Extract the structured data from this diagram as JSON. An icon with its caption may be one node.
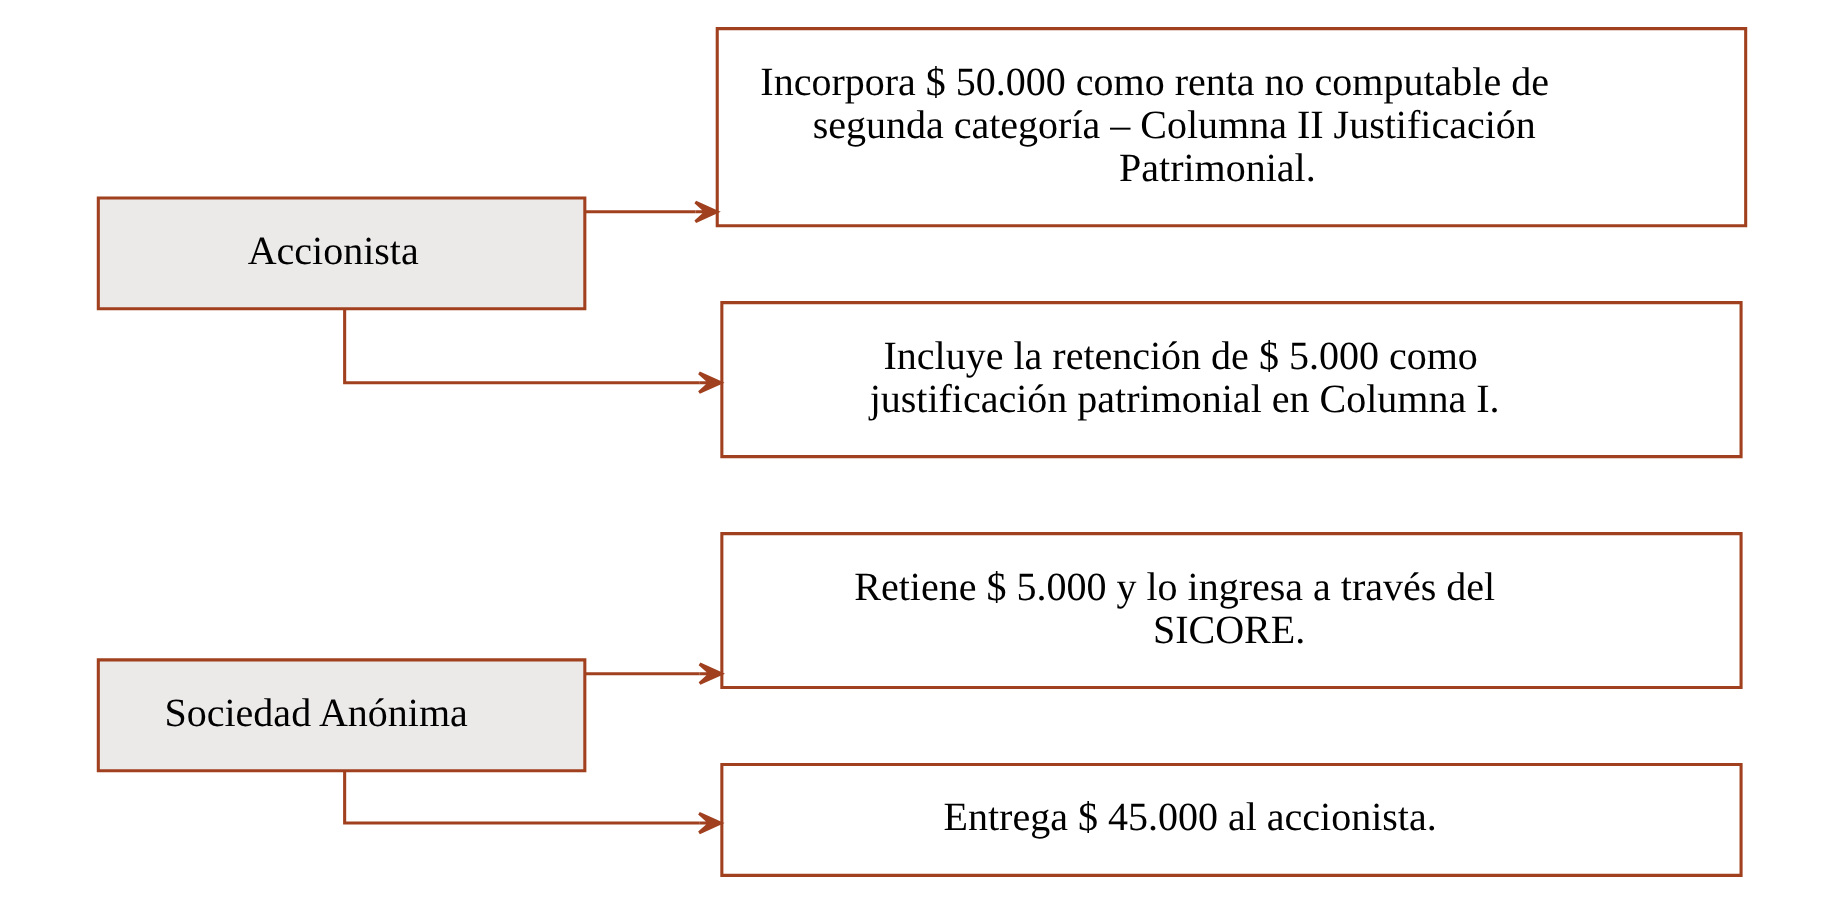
{
  "diagram": {
    "nodes": [
      {
        "text": [
          "Sociedad Anónima"
        ]
      },
      {
        "text": [
          "Retiene $ 5.000 y lo ingresa a través del SICORE."
        ]
      },
      {
        "text": [
          "Entrega $ 45.000 al accionista."
        ]
      },
      {
        "text": [
          "Accionista"
        ]
      },
      {
        "text": [
          "Incorpora $ 50.000 como renta no computable de segunda categoría – Columna II Justificación Patrimonial."
        ]
      },
      {
        "text": [
          "Incluye la retención de $ 5.000 como justificación patrimonial en Columna I."
        ]
      }
    ],
    "edges": [
      {
        "from": 0,
        "to": 1,
        "arrow": "to"
      },
      {
        "from": 0,
        "to": 2,
        "arrow": "to"
      },
      {
        "from": 3,
        "to": 4,
        "arrow": "to"
      },
      {
        "from": 3,
        "to": 5,
        "arrow": "to"
      }
    ]
  }
}
